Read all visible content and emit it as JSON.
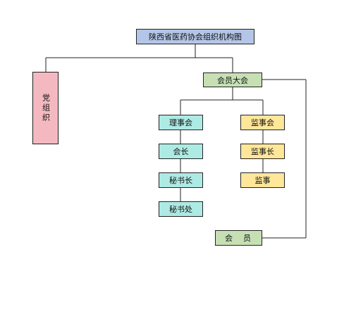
{
  "diagram": {
    "title": "陕西省医药协会组织机构图",
    "party_org": "党组织",
    "assembly": "会员大会",
    "council": "理事会",
    "president": "会长",
    "secretary_general": "秘书长",
    "secretariat": "秘书处",
    "supervisory_board": "监事会",
    "chief_supervisor": "监事长",
    "supervisor": "监事",
    "members": "会　员"
  },
  "colors": {
    "title_fill": "#b4c6e7",
    "party_fill": "#f4b8c1",
    "assembly_fill": "#c6e0b4",
    "council_fill": "#aeeae4",
    "supervisory_fill": "#ffe699",
    "members_fill": "#c6e0b4",
    "line": "#222222"
  }
}
